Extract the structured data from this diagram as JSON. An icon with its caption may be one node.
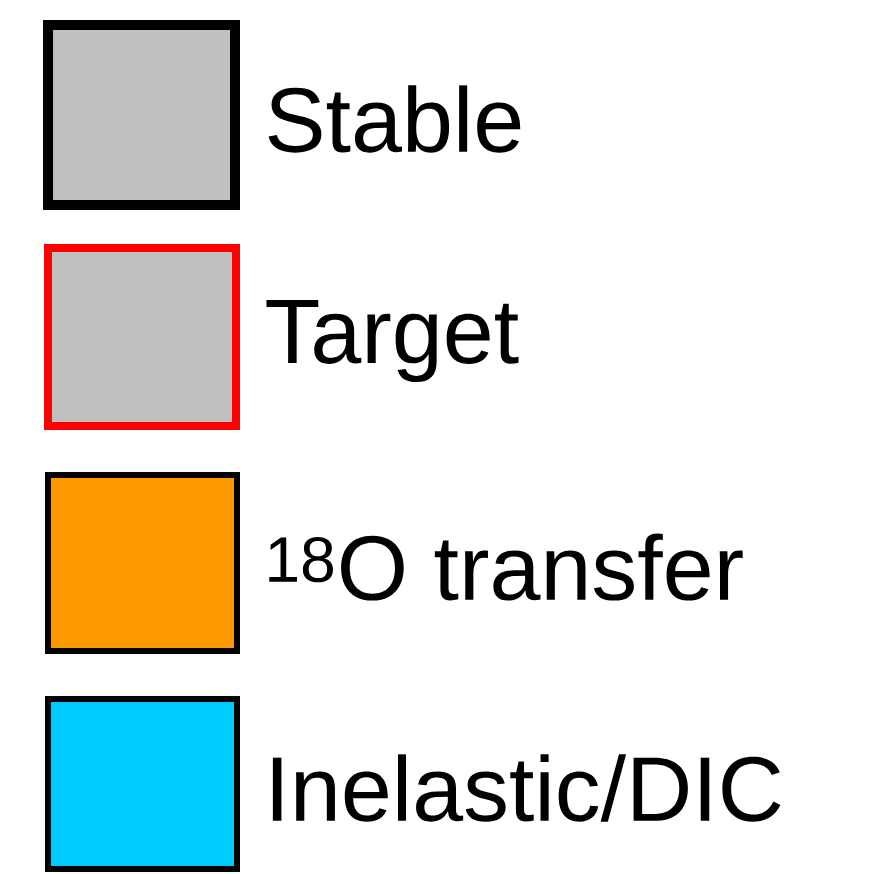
{
  "diagram": {
    "legend": [
      {
        "text": "Stable",
        "color": "#c0c0c0"
      },
      {
        "text": "Target",
        "color": "#c0c0c0"
      },
      {
        "text": "$^{18}$O transfer",
        "color": "#ff9900"
      },
      {
        "text": "Inelastic/DIC",
        "color": "#00ccff"
      }
    ]
  }
}
